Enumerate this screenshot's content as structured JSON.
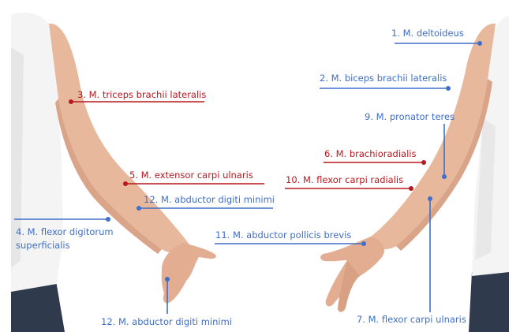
{
  "colors": {
    "red_label": "#b8181f",
    "blue_label": "#3f6fc6",
    "skin": "#e7b89c",
    "shirt": "#f4f4f4",
    "jeans": "#2f3a4d",
    "background": "#ffffff"
  },
  "labels": {
    "deltoideus": "1. M. deltoideus",
    "biceps": "2. M. biceps brachii lateralis",
    "triceps": "3. M. triceps brachii lateralis",
    "flexor_digitorum_line1": "4. M. flexor digitorum",
    "flexor_digitorum_line2": "superficialis",
    "extensor_carpi_ulnaris": "5. M. extensor carpi ulnaris",
    "brachioradialis": "6. M. brachioradialis",
    "flexor_carpi_ulnaris": "7. M. flexor carpi ulnaris",
    "pronator_teres": "9. M. pronator teres",
    "flexor_carpi_radialis": "10. M. flexor carpi radialis",
    "abductor_pollicis_brevis": "11. M. abductor pollicis brevis",
    "abductor_digiti_minimi_upper": "12. M. abductor digiti minimi",
    "abductor_digiti_minimi_lower": "12. M. abductor digiti minimi"
  }
}
